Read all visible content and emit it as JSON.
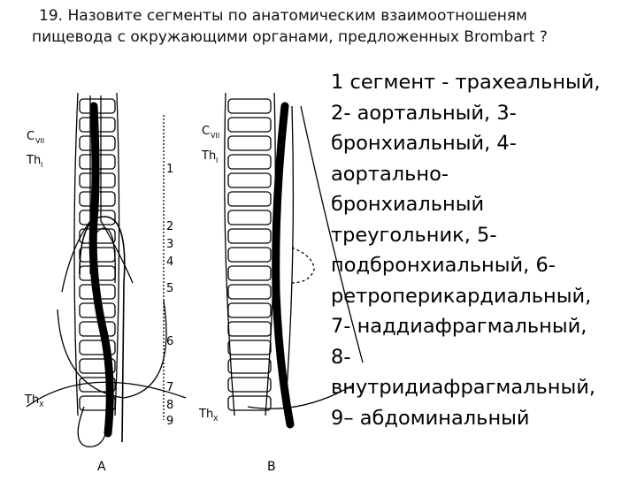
{
  "title": {
    "line1": "19. Назовите сегменты по анатомическим взаимоотношеням",
    "line2": "пищевода с окружающими органами, предложенных Brombart ?"
  },
  "figure": {
    "panel_a": {
      "label": "A",
      "top_left_labels": [
        "C",
        "VII",
        "Th",
        "I"
      ],
      "bottom_left_labels": [
        "Th",
        "X"
      ],
      "segment_numbers": [
        "1",
        "2",
        "3",
        "4",
        "5",
        "6",
        "7",
        "8",
        "9"
      ]
    },
    "panel_b": {
      "label": "B",
      "top_left_labels": [
        "C",
        "VII",
        "Th",
        "I"
      ],
      "bottom_left_labels": [
        "Th",
        "X"
      ]
    }
  },
  "answer_lines": [
    "1 сегмент - трахеальный,",
    "2- аортальный, 3-",
    "бронхиальный, 4-",
    "аортально-",
    "бронхиальный",
    "треугольник, 5-",
    "подбронхиальный, 6-",
    "ретроперикардиальный,",
    "7- наддиафрагмальный,",
    "8-",
    "внутридиафрагмальный,",
    "9– абдоминальный"
  ]
}
